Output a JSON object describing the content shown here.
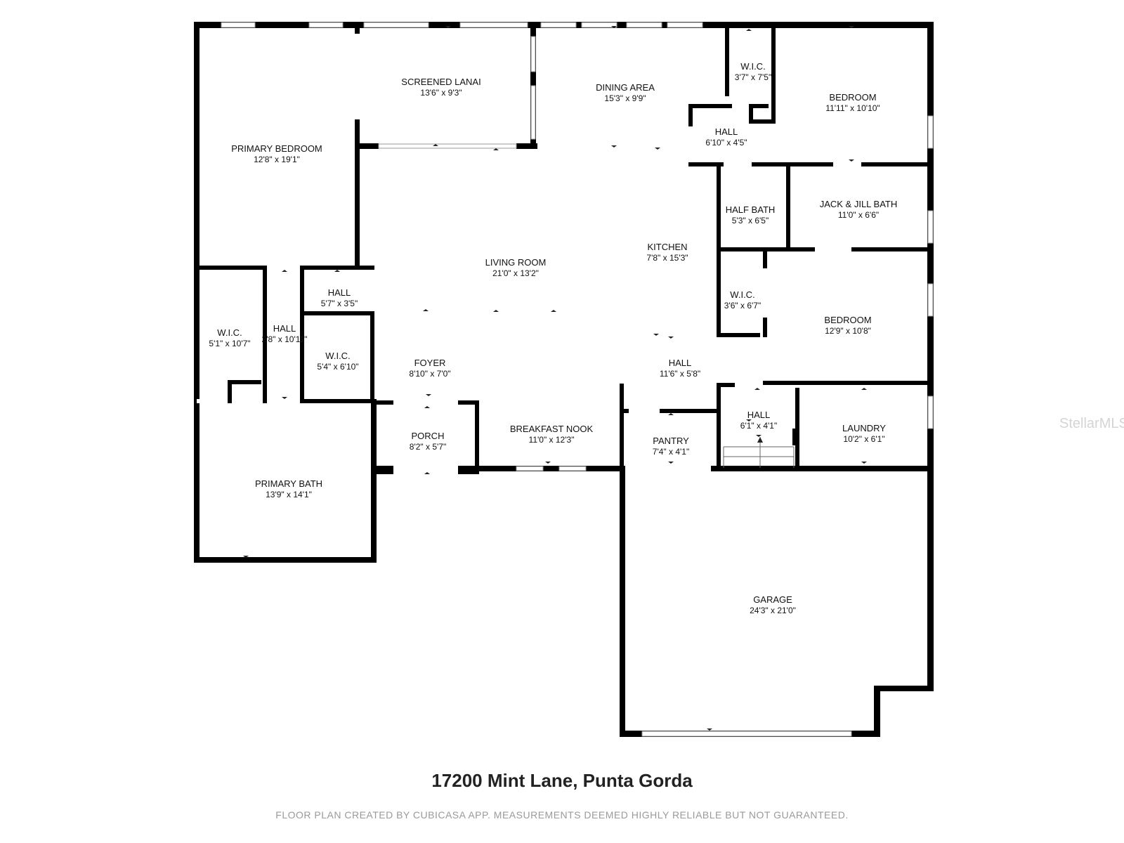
{
  "plan": {
    "address": "17200 Mint Lane, Punta Gorda",
    "disclaimer": "FLOOR PLAN CREATED BY CUBICASA APP. MEASUREMENTS DEEMED HIGHLY RELIABLE BUT NOT GUARANTEED.",
    "watermark": "StellarMLS",
    "wall_color": "#000000",
    "window_color": "#9a9a9a",
    "rooms": [
      {
        "id": "primary-bedroom",
        "name": "PRIMARY BEDROOM",
        "dims": "12'8\" x 19'1\""
      },
      {
        "id": "screened-lanai",
        "name": "SCREENED LANAI",
        "dims": "13'6\" x 9'3\""
      },
      {
        "id": "dining-area",
        "name": "DINING AREA",
        "dims": "15'3\" x 9'9\""
      },
      {
        "id": "wic-north",
        "name": "W.I.C.",
        "dims": "3'7\" x 7'5\""
      },
      {
        "id": "bedroom-ne",
        "name": "BEDROOM",
        "dims": "11'11\" x 10'10\""
      },
      {
        "id": "hall-ne",
        "name": "HALL",
        "dims": "6'10\" x 4'5\""
      },
      {
        "id": "half-bath",
        "name": "HALF BATH",
        "dims": "5'3\" x 6'5\""
      },
      {
        "id": "jack-jill-bath",
        "name": "JACK & JILL BATH",
        "dims": "11'0\" x 6'6\""
      },
      {
        "id": "kitchen",
        "name": "KITCHEN",
        "dims": "7'8\" x 15'3\""
      },
      {
        "id": "living-room",
        "name": "LIVING ROOM",
        "dims": "21'0\" x 13'2\""
      },
      {
        "id": "hall-west-small",
        "name": "HALL",
        "dims": "5'7\" x 3'5\""
      },
      {
        "id": "wic-east-small",
        "name": "W.I.C.",
        "dims": "3'6\" x 6'7\""
      },
      {
        "id": "bedroom-e",
        "name": "BEDROOM",
        "dims": "12'9\" x 10'8\""
      },
      {
        "id": "wic-west",
        "name": "W.I.C.",
        "dims": "5'1\" x 10'7\""
      },
      {
        "id": "hall-west-long",
        "name": "HALL",
        "dims": "2'8\" x 10'11\""
      },
      {
        "id": "wic-mid",
        "name": "W.I.C.",
        "dims": "5'4\" x 6'10\""
      },
      {
        "id": "foyer",
        "name": "FOYER",
        "dims": "8'10\" x 7'0\""
      },
      {
        "id": "hall-center",
        "name": "HALL",
        "dims": "11'6\" x 5'8\""
      },
      {
        "id": "hall-se",
        "name": "HALL",
        "dims": "6'1\" x 4'1\""
      },
      {
        "id": "laundry",
        "name": "LAUNDRY",
        "dims": "10'2\" x 6'1\""
      },
      {
        "id": "porch",
        "name": "PORCH",
        "dims": "8'2\" x 5'7\""
      },
      {
        "id": "breakfast-nook",
        "name": "BREAKFAST NOOK",
        "dims": "11'0\" x 12'3\""
      },
      {
        "id": "pantry",
        "name": "PANTRY",
        "dims": "7'4\" x 4'1\""
      },
      {
        "id": "primary-bath",
        "name": "PRIMARY BATH",
        "dims": "13'9\" x 14'1\""
      },
      {
        "id": "garage",
        "name": "GARAGE",
        "dims": "24'3\" x 21'0\""
      }
    ]
  }
}
